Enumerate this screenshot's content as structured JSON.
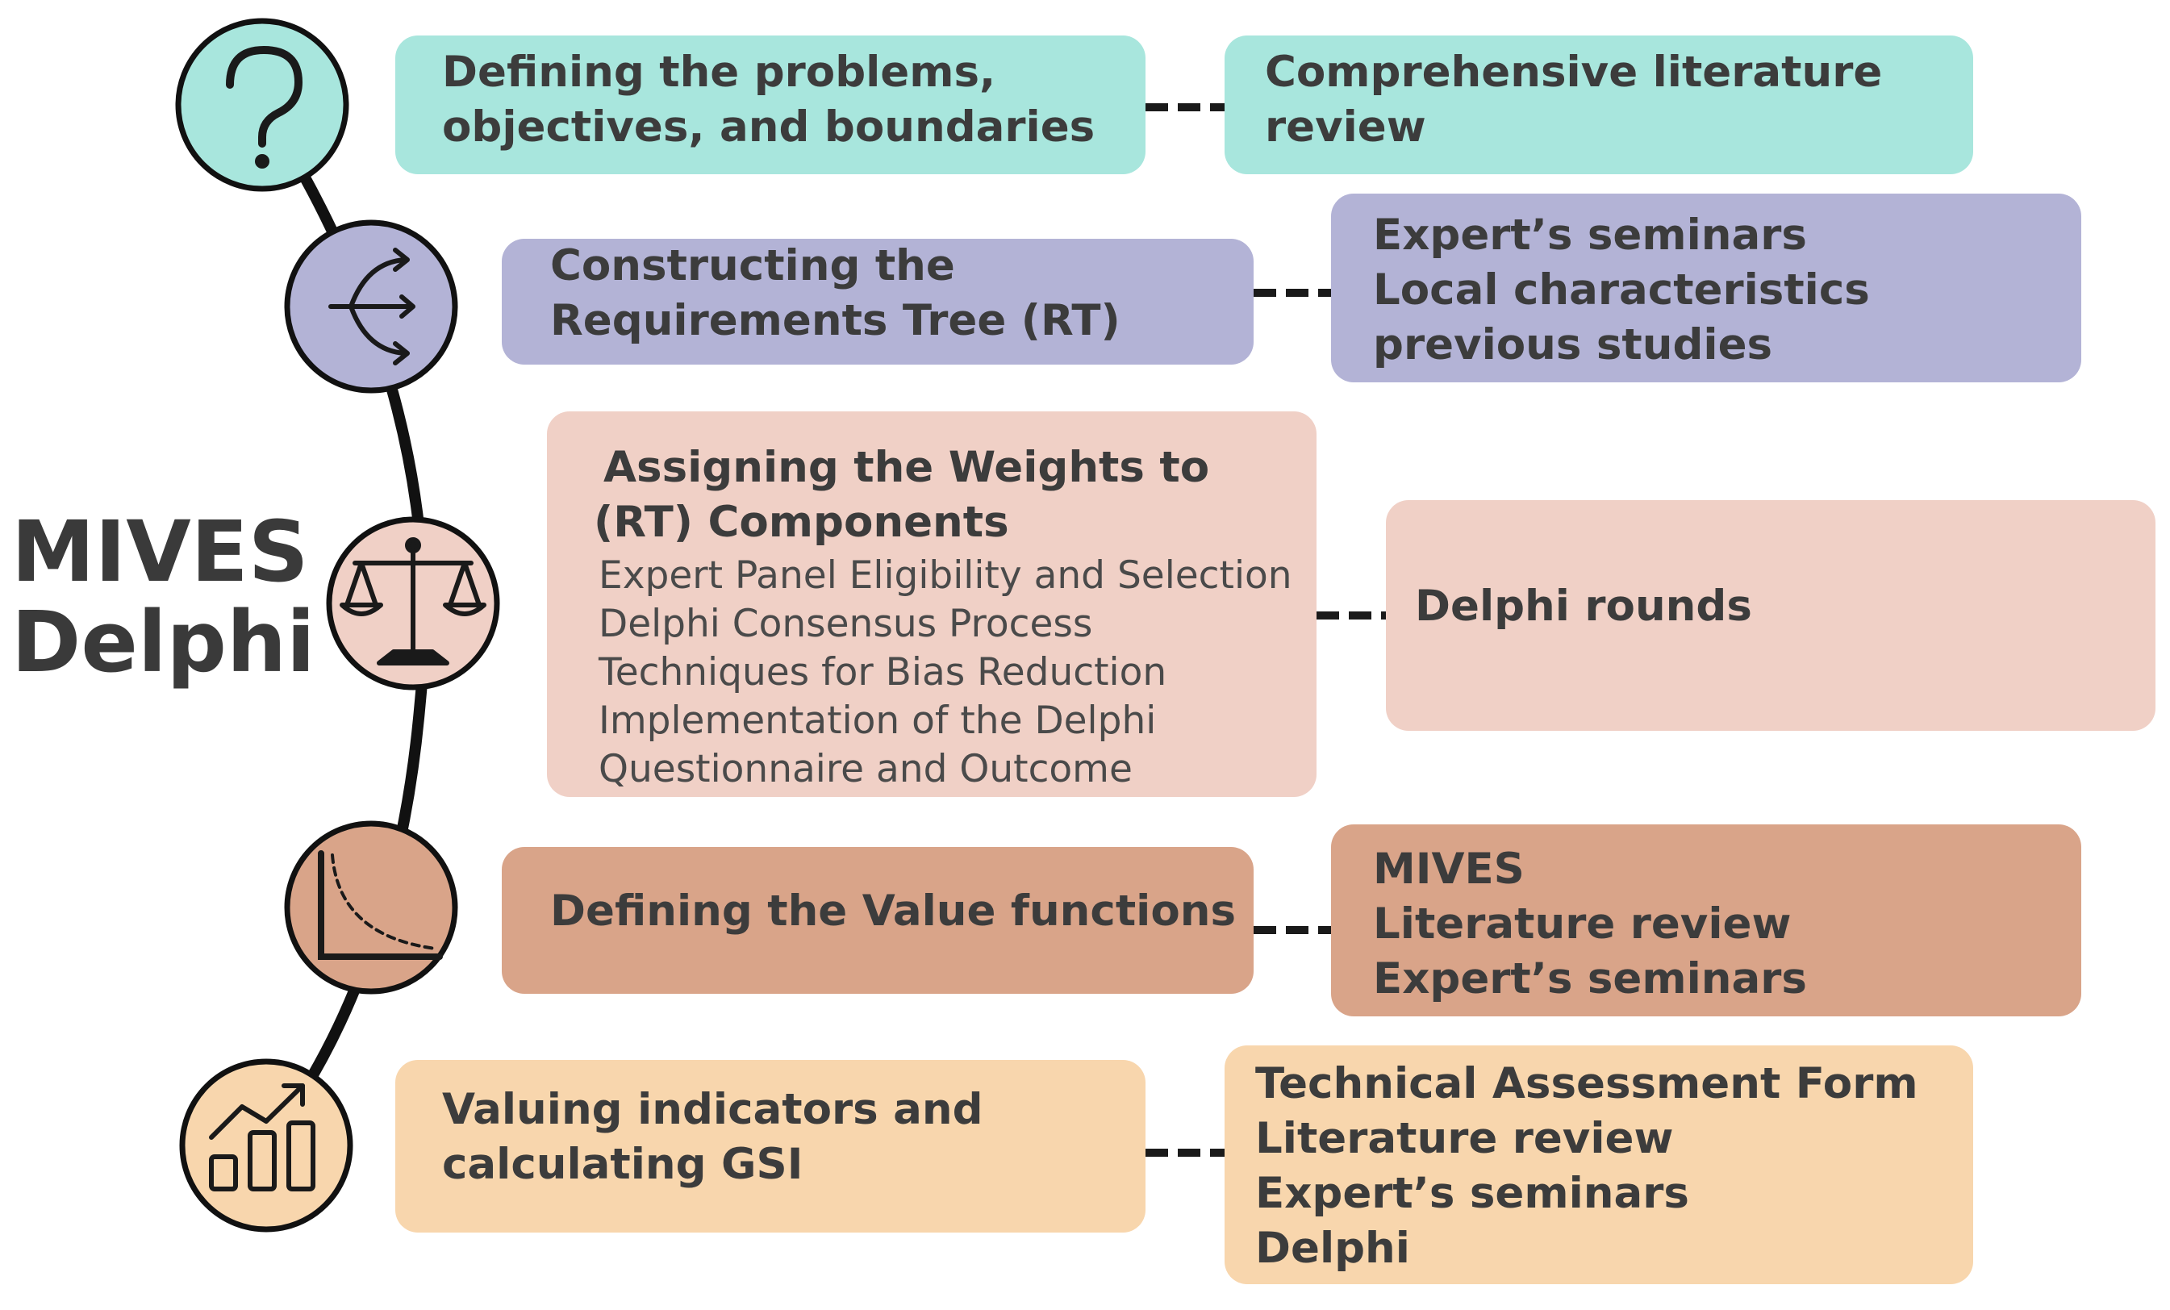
{
  "title": {
    "line1": "MIVES",
    "line2": "Delphi"
  },
  "colors": {
    "teal": "#a8e6dd",
    "lavender": "#b3b3d6",
    "pink": "#f0d0c6",
    "brown": "#d9a489",
    "peach": "#f8d6ad",
    "ink": "#1a1a1a"
  },
  "steps": [
    {
      "icon": "question-mark-icon",
      "main": [
        "Defining the problems,",
        "objectives, and boundaries"
      ],
      "side": [
        "Comprehensive literature",
        "review"
      ]
    },
    {
      "icon": "branching-arrows-icon",
      "main": [
        "Constructing the",
        "Requirements Tree (RT)"
      ],
      "side": [
        "Expert’s seminars",
        "Local characteristics",
        "previous studies"
      ]
    },
    {
      "icon": "balance-scale-icon",
      "main": [
        "Assigning the Weights to",
        "(RT) Components"
      ],
      "details": [
        "Expert Panel Eligibility and Selection",
        "Delphi Consensus Process",
        "Techniques for Bias Reduction",
        "Implementation of the Delphi",
        "Questionnaire and Outcome"
      ],
      "side": [
        "Delphi rounds"
      ]
    },
    {
      "icon": "decay-curve-icon",
      "main": [
        "Defining the Value functions"
      ],
      "side": [
        "MIVES",
        "Literature review",
        "Expert’s seminars"
      ]
    },
    {
      "icon": "growth-chart-icon",
      "main": [
        "Valuing indicators and",
        "calculating GSI"
      ],
      "side": [
        "Technical Assessment Form",
        "Literature review",
        "Expert’s seminars",
        "Delphi"
      ]
    }
  ]
}
